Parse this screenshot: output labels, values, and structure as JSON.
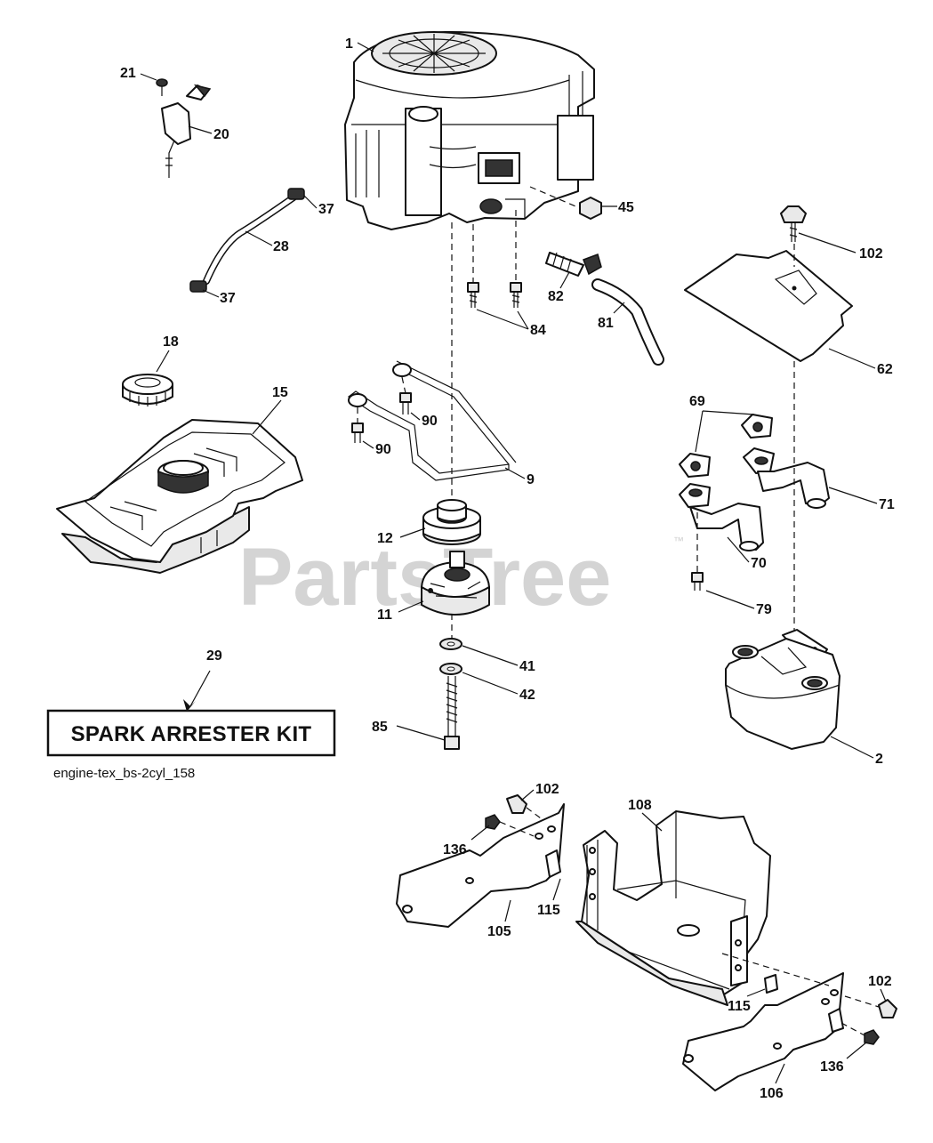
{
  "watermark": "PartsTree",
  "watermark_tm": "™",
  "kit_label": "SPARK ARRESTER KIT",
  "diagram_id": "engine-tex_bs-2cyl_158",
  "callouts": {
    "c1": "1",
    "c21": "21",
    "c20": "20",
    "c37a": "37",
    "c28": "28",
    "c37b": "37",
    "c45": "45",
    "c102a": "102",
    "c82": "82",
    "c81": "81",
    "c84": "84",
    "c62": "62",
    "c18": "18",
    "c15": "15",
    "c90a": "90",
    "c90b": "90",
    "c9": "9",
    "c69": "69",
    "c71": "71",
    "c12": "12",
    "c70": "70",
    "c11": "11",
    "c79": "79",
    "c29": "29",
    "c41": "41",
    "c42": "42",
    "c85": "85",
    "c2": "2",
    "c102b": "102",
    "c108": "108",
    "c136a": "136",
    "c115a": "115",
    "c105": "105",
    "c115b": "115",
    "c102c": "102",
    "c136b": "136",
    "c106": "106"
  }
}
